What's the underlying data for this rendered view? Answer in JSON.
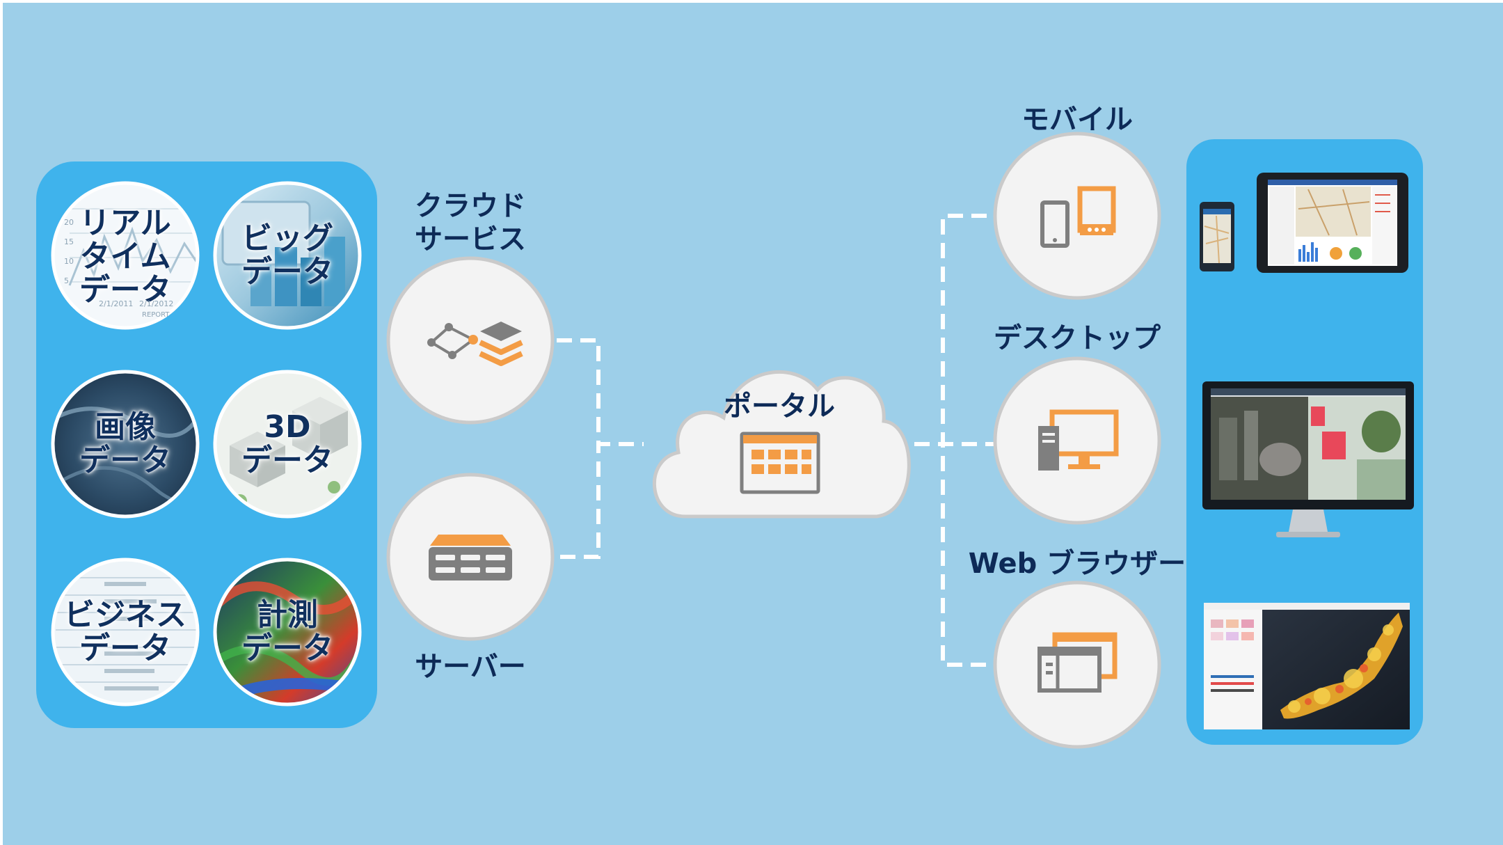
{
  "data_sources": {
    "realtime": [
      "リアル",
      "タイム",
      "データ"
    ],
    "bigdata": [
      "ビッグ",
      "データ"
    ],
    "image": [
      "画像",
      "データ"
    ],
    "threed": [
      "3D",
      "データ"
    ],
    "business": [
      "ビジネス",
      "データ"
    ],
    "survey": [
      "計測",
      "データ"
    ],
    "realtime_chart_ticks": [
      "20",
      "15",
      "10",
      "5",
      "2/1/2011",
      "2/1/2012",
      "REPORT"
    ]
  },
  "services": {
    "cloud": [
      "クラウド",
      "サービス"
    ],
    "server": "サーバー"
  },
  "portal": {
    "label": "ポータル"
  },
  "clients": {
    "mobile": "モバイル",
    "desktop": "デスクトップ",
    "web": "Web ブラウザー"
  },
  "colors": {
    "background": "#9dcfe9",
    "panel": "#3fb3ec",
    "circle_fill": "#f3f3f3",
    "circle_border": "#c9c9c9",
    "icon_orange": "#f39c45",
    "icon_gray": "#7f7f7f",
    "label_navy": "#0d2a57"
  },
  "icons": {
    "cloud_service": "layers-network-icon",
    "server": "server-rack-icon",
    "portal": "portal-grid-icon",
    "mobile": "mobile-devices-icon",
    "desktop": "desktop-computer-icon",
    "web": "browser-windows-icon"
  }
}
